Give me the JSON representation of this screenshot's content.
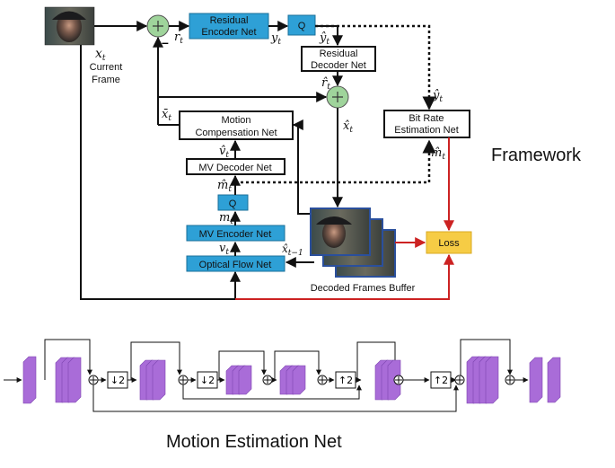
{
  "top": {
    "current_frame": {
      "symbol": "xt",
      "caption_line1": "Current",
      "caption_line2": "Frame"
    },
    "blocks": {
      "residual_encoder": [
        "Residual",
        "Encoder Net"
      ],
      "quantizer_top": "Q",
      "residual_decoder": [
        "Residual",
        "Decoder Net"
      ],
      "motion_compensation": [
        "Motion",
        "Compensation Net"
      ],
      "mv_decoder": "MV Decoder Net",
      "quantizer_mid": "Q",
      "mv_encoder": "MV Encoder Net",
      "optical_flow": "Optical Flow Net",
      "bit_rate": [
        "Bit Rate",
        "Estimation Net"
      ],
      "loss": "Loss",
      "decoded_buffer": "Decoded Frames Buffer"
    },
    "symbols": {
      "r_t": "rt",
      "y_t": "yt",
      "y_hat_t": "ŷt",
      "r_hat_t": "r̂t",
      "x_hat_t": "x̂t",
      "x_bar_t": "x̄t",
      "v_hat_t": "v̂t",
      "m_hat_t": "m̂t",
      "m_t": "mt",
      "v_t": "vt",
      "x_hat_prev": "x̂t−1",
      "minus": "–"
    },
    "title": "Framework"
  },
  "bottom": {
    "ops": {
      "down": "↓2",
      "up": "↑2"
    },
    "title": "Motion Estimation Net"
  },
  "colors": {
    "block_blue": "#2ea0d6",
    "loss_yellow": "#f6cc45",
    "adder_green": "#9fd49b",
    "layer_purple": "#a96cd8",
    "loss_arrow_red": "#cc2222",
    "photo_blue_border": "#2a4f9c"
  }
}
